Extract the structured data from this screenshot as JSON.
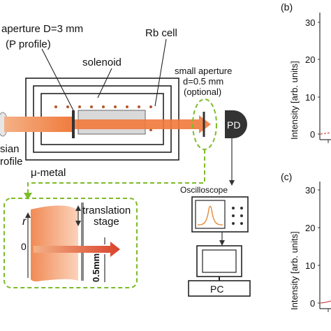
{
  "labels": {
    "aperture_line1": "aperture D=3 mm",
    "aperture_line2": "(P profile)",
    "rb_cell": "Rb cell",
    "solenoid": "solenoid",
    "small_aperture_line1": "small aperture",
    "small_aperture_line2": "d=0.5 mm",
    "small_aperture_line3": "(optional)",
    "pd": "PD",
    "gaussian_line1": "sian",
    "gaussian_line2": "rofile",
    "mu_metal": "μ-metal",
    "oscilloscope": "Oscilloscope",
    "pc": "PC",
    "translation_line1": "translation",
    "translation_line2": "stage",
    "r_axis": "r",
    "zero": "0",
    "half_mm": "0.5mm"
  },
  "panels": {
    "b": {
      "label": "(b)",
      "ylabel": "Intensity [arb. units]",
      "ticks": [
        "30",
        "20",
        "10",
        "0"
      ]
    },
    "c": {
      "label": "(c)",
      "ylabel": "Intensity [arb. units]",
      "ticks": [
        "30",
        "20",
        "10",
        "0"
      ]
    }
  },
  "colors": {
    "beam": "#f08a4b",
    "beam_head": "#e8622a",
    "green_dash": "#7dbb2a",
    "dots": "#b5552a",
    "profile_fill": "#f4a37a",
    "curve": "#e58a3a",
    "trace_red": "#cc2222"
  }
}
